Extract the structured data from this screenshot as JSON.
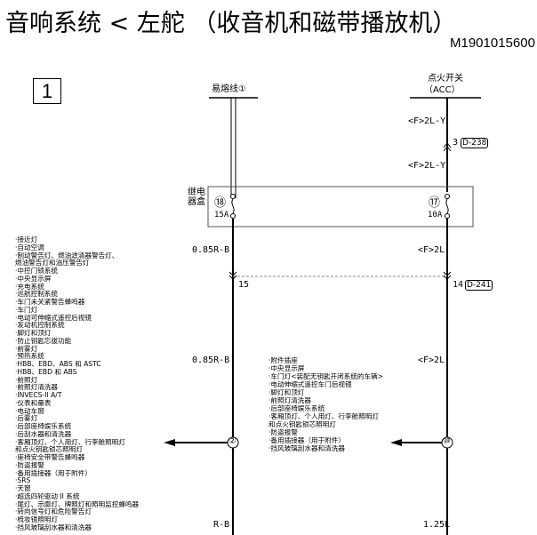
{
  "title": "音响系统 < 左舵 （收音机和磁带播放机）",
  "code": "M1901015600",
  "page_number": "1",
  "sources": {
    "fusible_link": "易熔线①",
    "ignition_switch": "点火开关",
    "ignition_switch_pos": "（ACC）"
  },
  "relay_box": {
    "label_line1": "继电",
    "label_line2": "器盒",
    "left_fuse_no": "⑱",
    "left_fuse_rating": "15A",
    "right_fuse_no": "⑰",
    "right_fuse_rating": "10A"
  },
  "wires": {
    "right_top_1": "<F>2L-Y",
    "right_top_2": "<F>2L-Y",
    "connector_top_pin": "3",
    "connector_top_ref": "D-238",
    "left_mid_1": "0.85R-B",
    "right_mid_1": "<F>2L",
    "left_pin": "15",
    "right_pin": "14",
    "connector_mid_ref": "D-241",
    "left_mid_2": "0.85R-B",
    "right_mid_2": "<F>2L",
    "left_bottom": "R-B",
    "right_bottom": "1.25L"
  },
  "junctions": {
    "left": "②",
    "right": "⑩"
  },
  "left_list": [
    "·接近灯",
    "·自动空调",
    "·制动警告灯、燃油滤清器警告灯、",
    "燃油警告灯和油压警告灯",
    "·中控门锁系统",
    "·中央显示屏",
    "·充电系统",
    "·巡航控制系统",
    "·车门未关紧警告蜂鸣器",
    "·车门灯",
    "·电动可伸缩式遥控后视镜",
    "·发动机控制系统",
    "·脚灯和顶灯",
    "·防止钥匙忘拔功能",
    "·前雾灯",
    "·预热系统",
    "·HBB、EBD、ABS 和 ASTC",
    "·HBB、EBD 和 ABS",
    "·前照灯",
    "·前照灯清洗器",
    "·INVECS-II A/T",
    "·仪表和量表",
    "·电动车窗",
    "·后雾灯",
    "·后部座椅娱乐系统",
    "·后刮水器和清洗器",
    "·客厢顶灯、个人用灯、行李舱照明灯",
    " 和点火钥匙锁芯照明灯",
    "·座椅安全带警告蜂鸣器",
    "·防盗报警",
    "·备用插接器（用于附件）",
    "·SRS",
    "·天窗",
    "·超选四轮驱动 II 系统",
    "·尾灯、示廓灯、牌照灯和照明监控蜂鸣器",
    "·转向信号灯和危险警告灯",
    "·梳妆镜照明灯",
    "·挡风玻璃刮水器和清洗器"
  ],
  "right_list": [
    "·附件插座",
    "·中央显示屏",
    "·车门灯<装配无钥匙开闭系统的车辆>",
    "·电动伸缩式遥控车门后视镜",
    "·脚灯和顶灯",
    "·前照灯清洗器",
    "·后部座椅娱乐系统",
    "·客厢顶灯、个人用灯、行李舱照明灯",
    " 和点火钥匙锁芯照明灯",
    "·防盗报警",
    "·备用插接器（用于附件）",
    "·挡风玻璃刮水器和清洗器"
  ]
}
